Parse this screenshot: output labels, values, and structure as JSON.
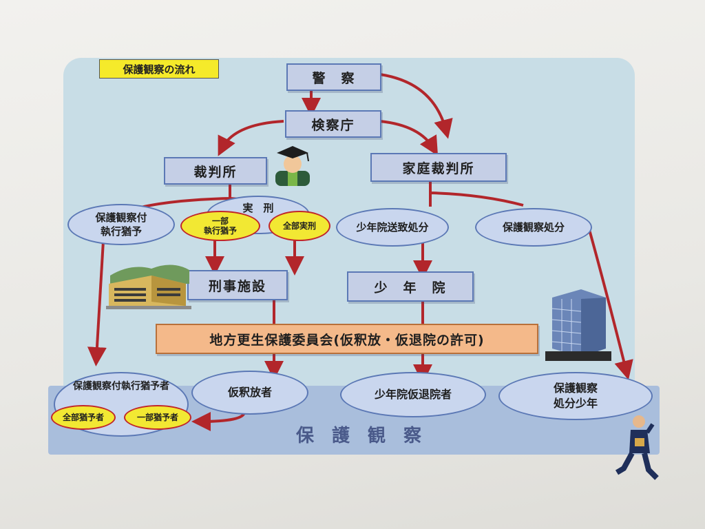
{
  "title": "保護観察の流れ",
  "nodes": {
    "police": "警　察",
    "prosecutor": "検察庁",
    "court": "裁判所",
    "family_court": "家庭裁判所",
    "probation_suspended": "保護観察付\n執行猶予",
    "imprisonment": "実　刑",
    "partial_suspension": "一部\n執行猶予",
    "full_imprisonment": "全部実刑",
    "juvenile_training_school_disposition": "少年院送致処分",
    "probation_disposition": "保護観察処分",
    "penal_institution": "刑事施設",
    "juvenile_training_school": "少　年　院",
    "parole_board": "地方更生保護委員会(仮釈放・仮退院の許可)",
    "suspended_probationers": "保護観察付執行猶予者",
    "full_suspension_person": "全部猶予者",
    "partial_suspension_person": "一部猶予者",
    "parolees": "仮釈放者",
    "juvenile_parolees": "少年院仮退院者",
    "probation_juveniles": "保護観察\n処分少年"
  },
  "band_label": "保護観察",
  "colors": {
    "panel": "#c8dde6",
    "box_fill": "#c5cfe6",
    "box_border": "#5b78b5",
    "arrow": "#b2262b",
    "title_tag": "#f5ea2a",
    "parole_board_fill": "#f4b98a",
    "yellow_ellipse": "#f2e833"
  },
  "icons": [
    "graduation-judge-icon",
    "prison-building-icon",
    "office-building-icon",
    "running-officer-icon"
  ]
}
